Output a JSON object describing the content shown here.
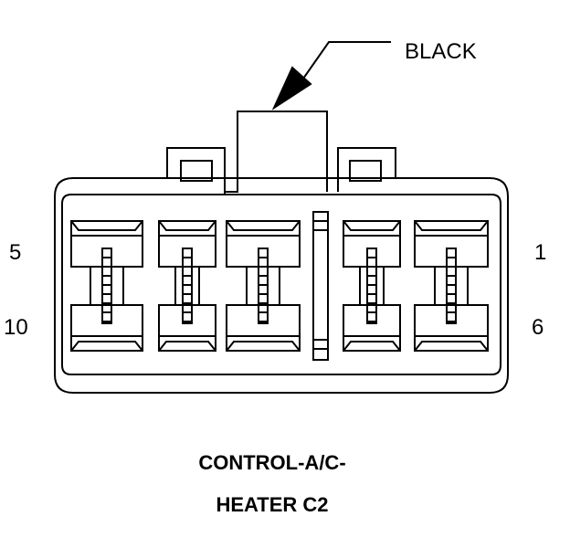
{
  "wire_color_label": "BLACK",
  "pin_labels": {
    "top_left": "5",
    "top_right": "1",
    "bottom_left": "10",
    "bottom_right": "6"
  },
  "caption": {
    "line1": "CONTROL-A/C-",
    "line2": "HEATER C2"
  },
  "colors": {
    "ink": "#000000",
    "background": "#ffffff"
  }
}
